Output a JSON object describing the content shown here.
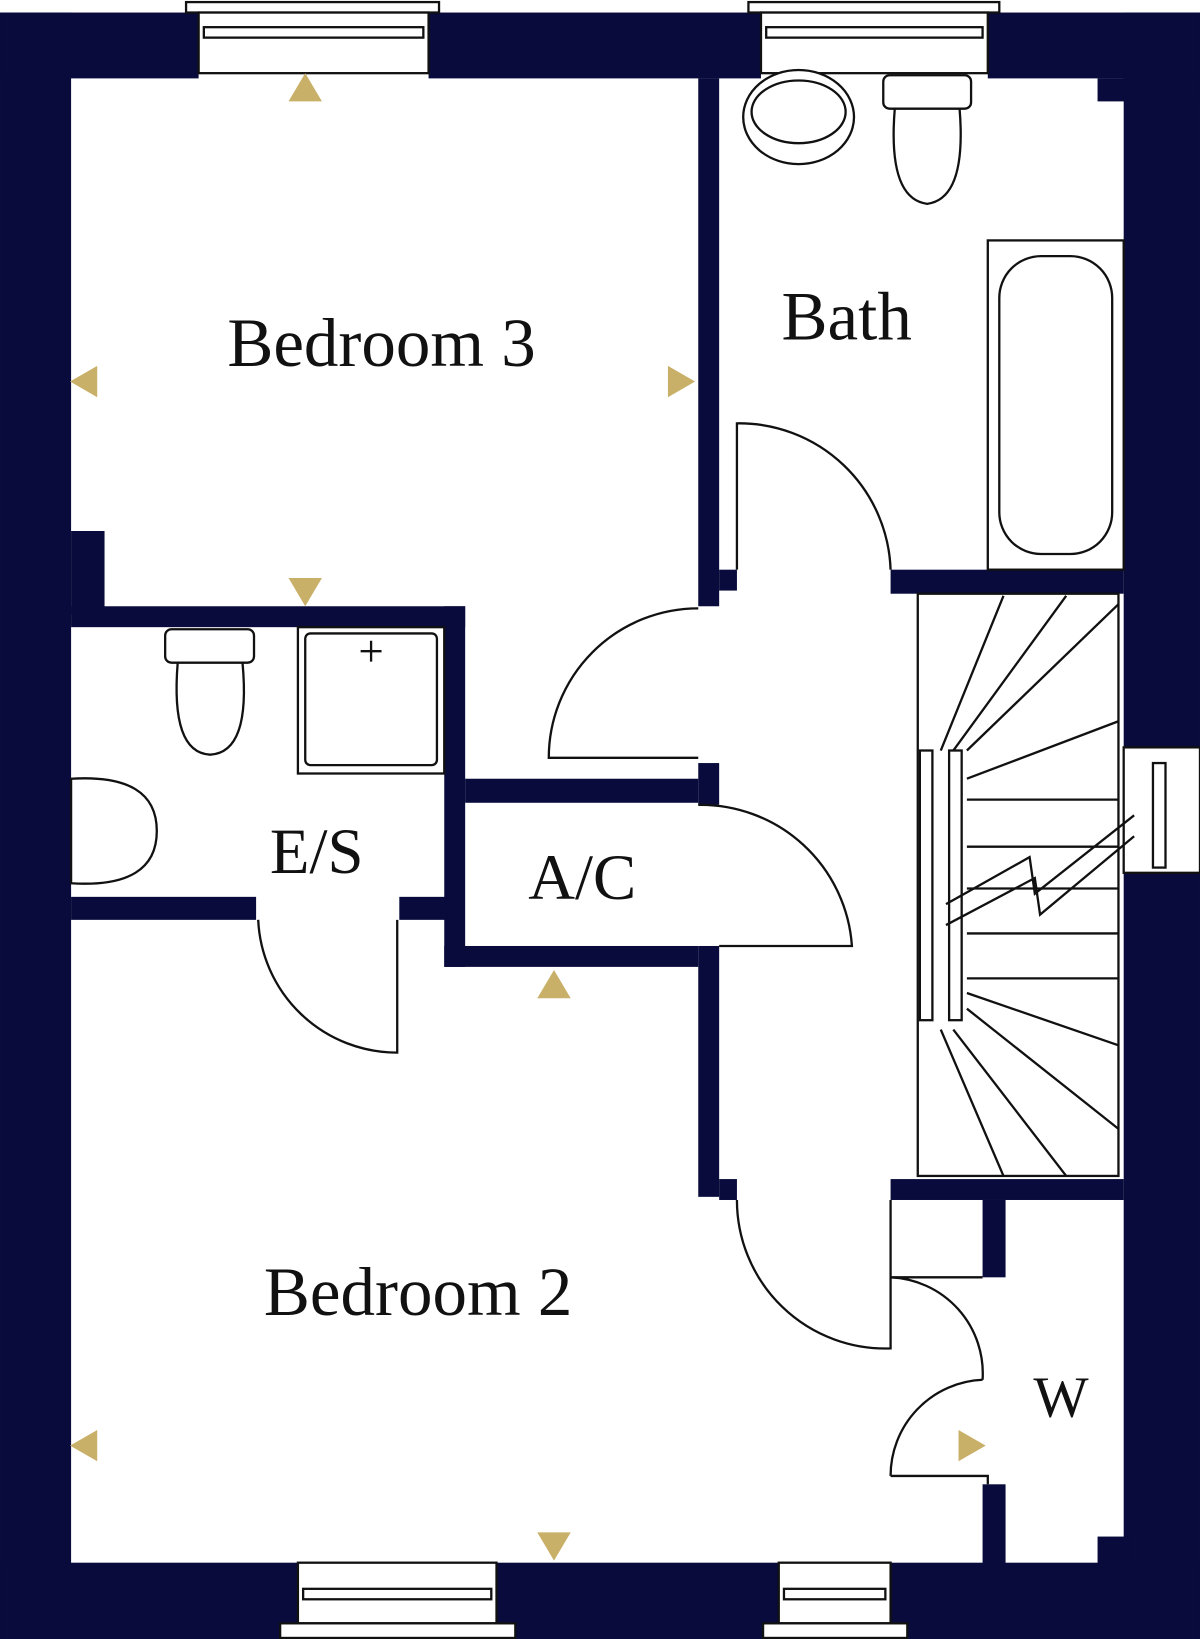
{
  "colors": {
    "wall": "#080b3b",
    "dimension_marker": "#c9b068",
    "line": "#111111"
  },
  "rooms": {
    "bedroom3": "Bedroom 3",
    "bath": "Bath",
    "ensuite": "E/S",
    "airing_cupboard": "A/C",
    "bedroom2": "Bedroom 2",
    "wardrobe": "W"
  }
}
